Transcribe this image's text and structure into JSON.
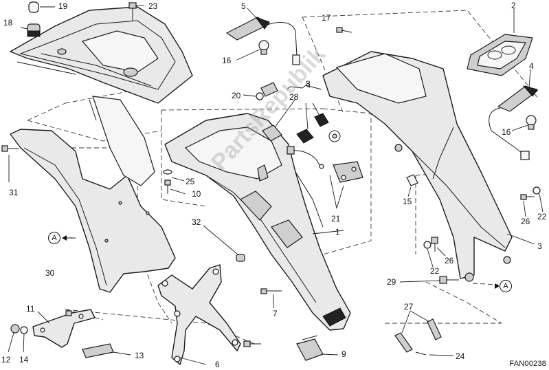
{
  "diagram": {
    "drawing_code": "FAN00238",
    "watermark": "PartsRepublik",
    "reference_marker": "A",
    "callouts": [
      {
        "id": "c1",
        "label": "1"
      },
      {
        "id": "c2",
        "label": "2"
      },
      {
        "id": "c3",
        "label": "3"
      },
      {
        "id": "c4",
        "label": "4"
      },
      {
        "id": "c5",
        "label": "5"
      },
      {
        "id": "c6",
        "label": "6"
      },
      {
        "id": "c7",
        "label": "7"
      },
      {
        "id": "c8",
        "label": "8"
      },
      {
        "id": "c9",
        "label": "9"
      },
      {
        "id": "c10",
        "label": "10"
      },
      {
        "id": "c11",
        "label": "11"
      },
      {
        "id": "c12",
        "label": "12"
      },
      {
        "id": "c13",
        "label": "13"
      },
      {
        "id": "c14",
        "label": "14"
      },
      {
        "id": "c15",
        "label": "15"
      },
      {
        "id": "c16a",
        "label": "16"
      },
      {
        "id": "c16b",
        "label": "16"
      },
      {
        "id": "c17",
        "label": "17"
      },
      {
        "id": "c18",
        "label": "18"
      },
      {
        "id": "c19",
        "label": "19"
      },
      {
        "id": "c20",
        "label": "20"
      },
      {
        "id": "c21",
        "label": "21"
      },
      {
        "id": "c22a",
        "label": "22"
      },
      {
        "id": "c22b",
        "label": "22"
      },
      {
        "id": "c23",
        "label": "23"
      },
      {
        "id": "c24",
        "label": "24"
      },
      {
        "id": "c25",
        "label": "25"
      },
      {
        "id": "c26a",
        "label": "26"
      },
      {
        "id": "c26b",
        "label": "26"
      },
      {
        "id": "c27",
        "label": "27"
      },
      {
        "id": "c28",
        "label": "28"
      },
      {
        "id": "c29",
        "label": "29"
      },
      {
        "id": "c30",
        "label": "30"
      },
      {
        "id": "c31",
        "label": "31"
      },
      {
        "id": "c32",
        "label": "32"
      }
    ]
  }
}
